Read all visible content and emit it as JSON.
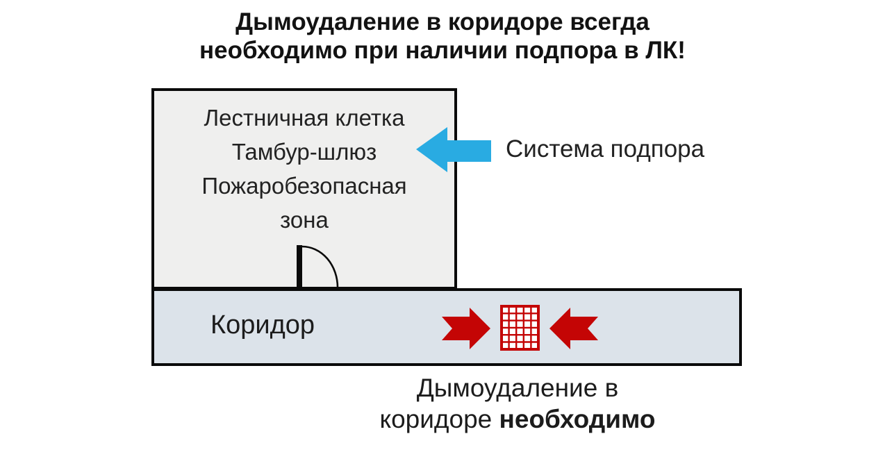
{
  "title": {
    "line1": "Дымоудаление в коридоре всегда",
    "line2": "необходимо при наличии подпора в ЛК!"
  },
  "staircase_room": {
    "lines": [
      "Лестничная клетка",
      "Тамбур-шлюз",
      "Пожаробезопасная",
      "зона"
    ]
  },
  "pressurization": {
    "label": "Система подпора"
  },
  "corridor": {
    "label": "Коридор"
  },
  "smoke_note": {
    "line1": "Дымоудаление в",
    "line2_regular": "коридоре",
    "line2_bold": "необходимо"
  },
  "colors": {
    "pressurization_arrow_blue": "#29ABE2",
    "smoke_red": "#C40505",
    "staircase_fill": "#EFEFEE",
    "corridor_fill": "#DCE3EA",
    "outline_black": "#0A0A0A",
    "grille_cell_white": "#FFFFFF"
  },
  "icons": {
    "pressurization_arrow": "left-block-arrow-icon",
    "smoke_flow_right": "right-notched-arrow-icon",
    "smoke_flow_left": "left-notched-arrow-icon",
    "exhaust_grille": "grille-grid-icon",
    "door": "door-swing-arc-icon"
  }
}
